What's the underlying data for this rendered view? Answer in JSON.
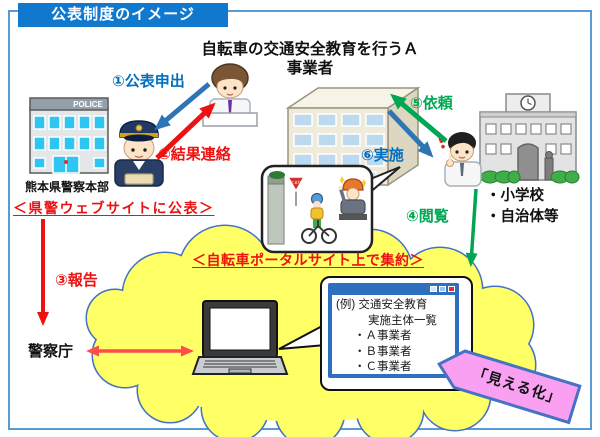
{
  "title": "公表制度のイメージ",
  "header": {
    "line1": "自転車の交通安全教育を行うＡ",
    "line2": "事業者"
  },
  "police": {
    "sign": "POLICE",
    "name": "熊本県警察本部",
    "publish_note": "＜県警ウェブサイトに公表＞"
  },
  "npa": {
    "name": "警察庁"
  },
  "school": {
    "target1": "・小学校",
    "target2": "・自治体等"
  },
  "steps": {
    "s1": "①公表申出",
    "s2": "②結果連絡",
    "s3": "③報告",
    "s4": "④閲覧",
    "s5": "⑤依頼",
    "s6": "⑥実施"
  },
  "cloud": {
    "label": "＜自転車ポータルサイト上で集約＞"
  },
  "browser": {
    "lines": [
      "(例) 交通安全教育",
      "実施主体一覧",
      "・Ａ事業者",
      "・Ｂ事業者",
      "・Ｃ事業者"
    ]
  },
  "banner": {
    "label": "「見える化」"
  },
  "scene": {
    "stop_sign": "とまれ"
  },
  "colors": {
    "accent_blue": "#1079CE",
    "frame_blue": "#5B9BD5",
    "arrow_blue": "#2E75B6",
    "arrow_red": "#EE1111",
    "arrow_green": "#00A651",
    "arrow_pink": "#FF4D4D",
    "cloud_fill": "#FFFF66",
    "cloud_border": "#4472C4",
    "banner_fill": "#F9A0F2",
    "window_blue": "#2F6FC0"
  }
}
